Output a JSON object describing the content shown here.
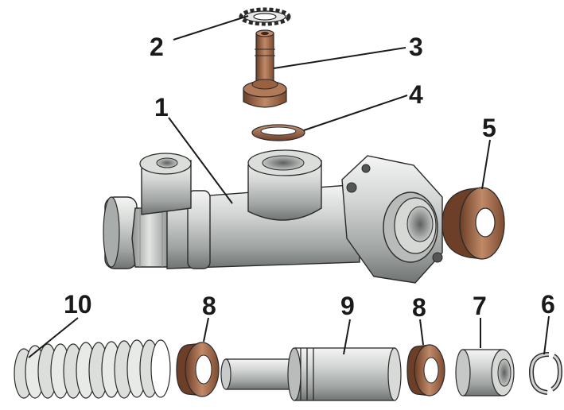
{
  "callouts": {
    "c1": "1",
    "c2": "2",
    "c3": "3",
    "c4": "4",
    "c5": "5",
    "c6": "6",
    "c7": "7",
    "c8a": "8",
    "c8b": "8",
    "c9": "9",
    "c10": "10"
  },
  "colors": {
    "metal_light": "#e6e8e6",
    "metal_mid": "#b9bcba",
    "metal_dark": "#7d807e",
    "rubber_light": "#c08a68",
    "rubber_mid": "#9a6141",
    "rubber_dark": "#6b3d26",
    "outline": "#2a2a2a"
  }
}
